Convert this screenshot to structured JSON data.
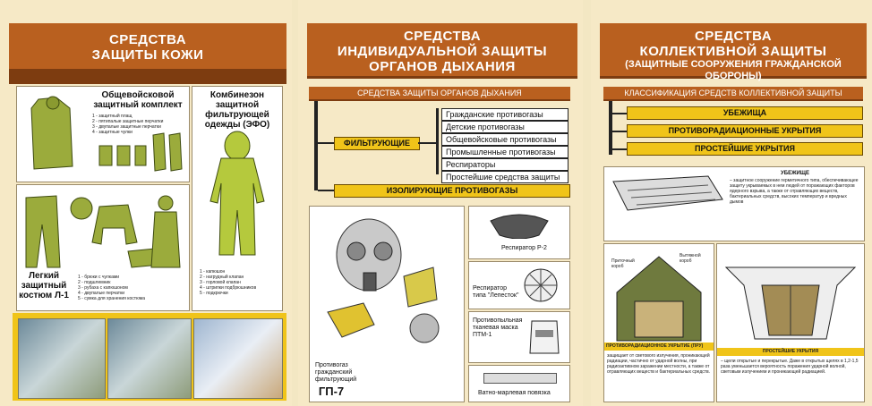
{
  "panels": [
    {
      "title": [
        "СРЕДСТВА",
        "ЗАЩИТЫ КОЖИ"
      ],
      "kit_title": "Общевойсковой защитный комплект",
      "kit_items": [
        "1 - защитный плащ",
        "2 - пятипалые защитные перчатки",
        "3 - двупалые защитные перчатки",
        "4 - защитные чулки"
      ],
      "suit_title": "Комбинезон защитной фильтрующей одежды (ЭФО)",
      "suit_items": [
        "1 - капюшон",
        "2 - нагрудный клапан",
        "3 - горловой клапан",
        "4 - штрипки подбрюшников",
        "5 - подкрючки"
      ],
      "l1_title": "Легкий защитный костюм Л-1",
      "l1_items": [
        "1 - брюки с чулками",
        "2 - подшлемник",
        "3 - рубаха с капюшоном",
        "4 - двупалые перчатки",
        "5 - сумка для хранения костюма"
      ]
    },
    {
      "title": [
        "СРЕДСТВА",
        "ИНДИВИДУАЛЬНОЙ ЗАЩИТЫ",
        "ОРГАНОВ ДЫХАНИЯ"
      ],
      "header_bar": "СРЕДСТВА ЗАЩИТЫ ОРГАНОВ ДЫХАНИЯ",
      "filtering_label": "ФИЛЬТРУЮЩИЕ",
      "filtering_items": [
        "Гражданские противогазы",
        "Детские противогазы",
        "Общевойсковые противогазы",
        "Промышленные противогазы",
        "Респираторы",
        "Простейшие средства защиты"
      ],
      "isolating_label": "ИЗОЛИРУЮЩИЕ ПРОТИВОГАЗЫ",
      "gasmask_title": "Противогаз гражданский фильтрующий",
      "gasmask_model": "ГП-7",
      "respirator_r2": "Респиратор Р-2",
      "respirator_lepestok": "Респиратор типа \"Лепесток\"",
      "ptm_label": "Противопыльная тканевая маска ПТМ-1",
      "bandage_label": "Ватно-марлевая повязка"
    },
    {
      "title": [
        "СРЕДСТВА",
        "КОЛЛЕКТИВНОЙ ЗАЩИТЫ"
      ],
      "subtitle": "(ЗАЩИТНЫЕ СООРУЖЕНИЯ ГРАЖДАНСКОЙ ОБОРОНЫ)",
      "header_bar": "КЛАССИФИКАЦИЯ СРЕДСТВ КОЛЛЕКТИВНОЙ ЗАЩИТЫ",
      "classes": [
        "УБЕЖИЩА",
        "ПРОТИВОРАДИАЦИОННЫЕ УКРЫТИЯ",
        "ПРОСТЕЙШИЕ УКРЫТИЯ"
      ],
      "shelter_heading": "УБЕЖИЩЕ",
      "shelter_text": "– защитное сооружение герметичного типа, обеспечивающее защиту укрываемых в нем людей от поражающих факторов ядерного взрыва, а также от отравляющих веществ, бактериальных средств, высоких температур и вредных дымов",
      "pru_heading": "ПРОТИВОРАДИАЦИОННОЕ УКРЫТИЕ (ПРУ)",
      "pru_text": "защищает от светового излучения, проникающей радиации, частично от ударной волны, при радиоактивном заражении местности, а также от отравляющих веществ и бактериальных средств.",
      "pru_label": "Приточный короб",
      "pru_label2": "Вытяжной короб",
      "simple_heading": "ПРОСТЕЙШИЕ УКРЫТИЯ",
      "simple_text": "– щели открытые и перекрытые. Даже в открытых щелях в 1,2-1,5 раза уменьшается вероятность поражения ударной волной, световым излучением и проникающей радиацией."
    }
  ],
  "colors": {
    "header": "#b9601f",
    "yellow_bar": "#f0c419",
    "panel_bg": "#f6e9c6"
  }
}
